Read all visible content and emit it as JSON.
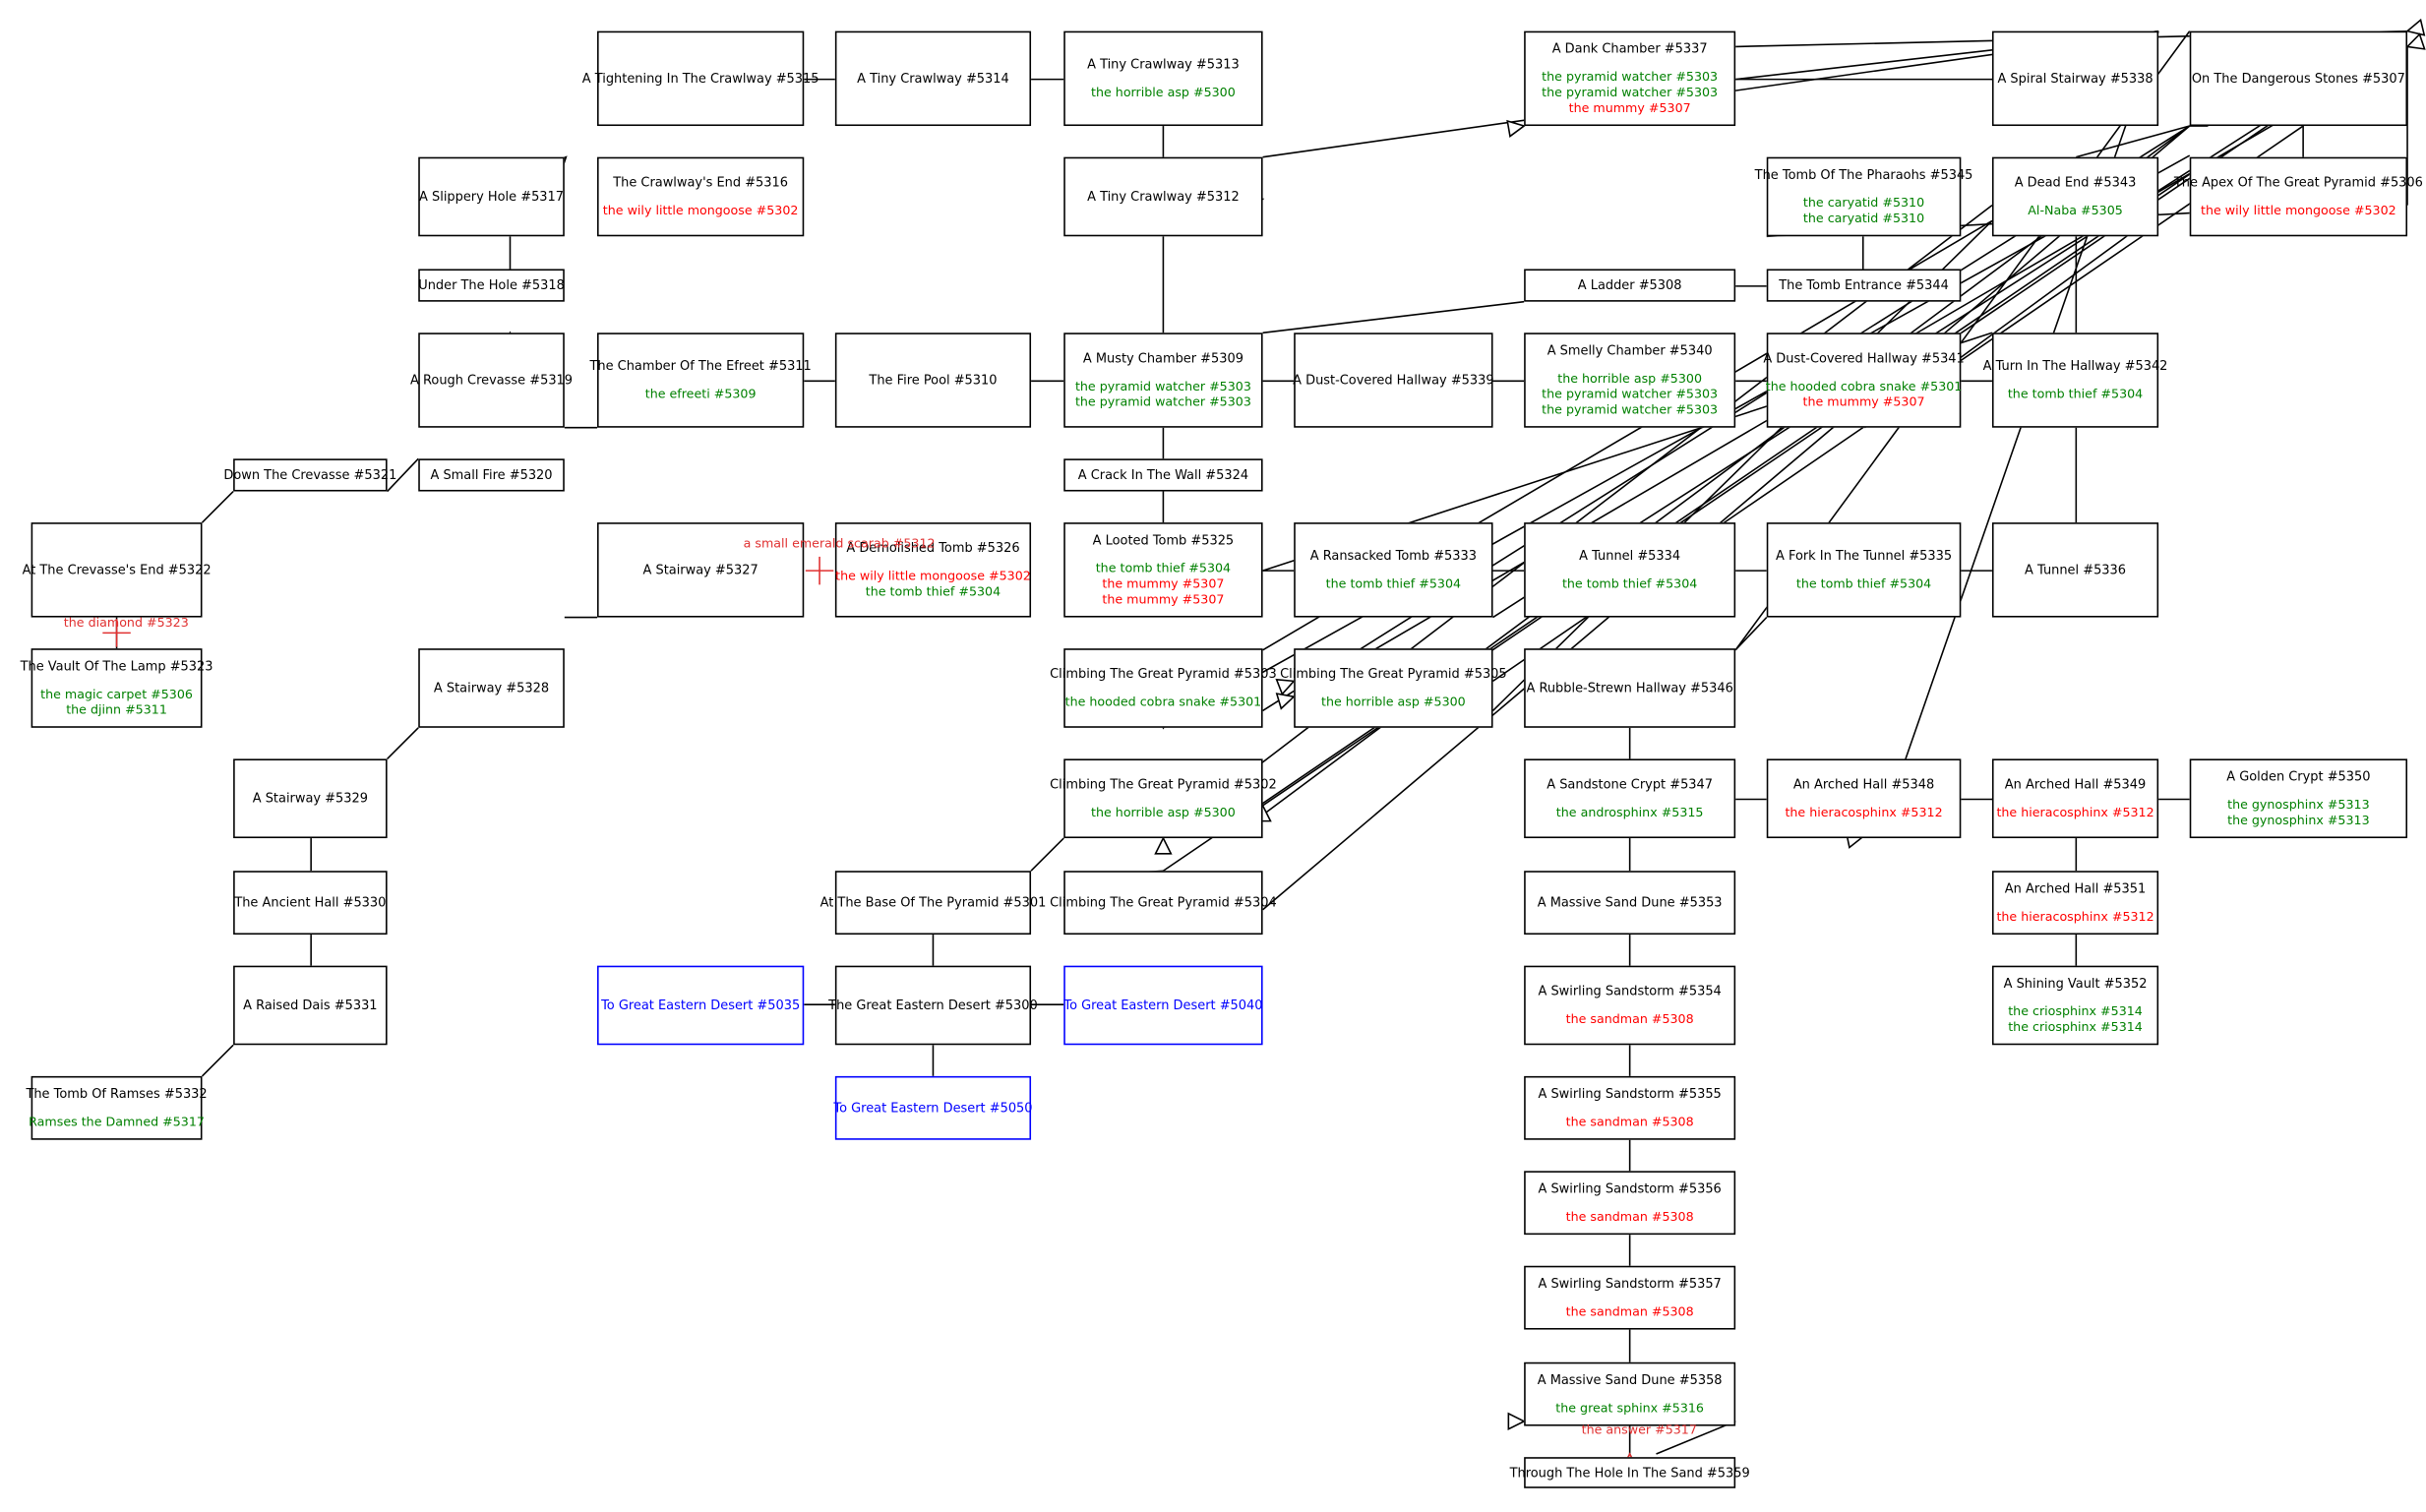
{
  "colors": {
    "line": "#000000",
    "friendly": "#008000",
    "hostile": "#ff0000",
    "exit": "#0000ff",
    "item": "#e03030"
  },
  "rooms": [
    {
      "id": "r5315",
      "title": "A Tightening In The Crawlway #5315",
      "mobs": []
    },
    {
      "id": "r5314",
      "title": "A Tiny Crawlway #5314",
      "mobs": []
    },
    {
      "id": "r5313",
      "title": "A Tiny Crawlway #5313",
      "mobs": [
        {
          "t": "the horrible asp #5300",
          "c": "friendly"
        }
      ]
    },
    {
      "id": "r5337",
      "title": "A Dank Chamber #5337",
      "mobs": [
        {
          "t": "the pyramid watcher #5303",
          "c": "friendly"
        },
        {
          "t": "the pyramid watcher #5303",
          "c": "friendly"
        },
        {
          "t": "the mummy #5307",
          "c": "hostile"
        }
      ]
    },
    {
      "id": "r5338",
      "title": "A Spiral Stairway #5338",
      "mobs": []
    },
    {
      "id": "r5307",
      "title": "On The Dangerous Stones #5307",
      "mobs": []
    },
    {
      "id": "r5317",
      "title": "A Slippery Hole #5317",
      "mobs": []
    },
    {
      "id": "r5316",
      "title": "The Crawlway's End #5316",
      "mobs": [
        {
          "t": "the wily little mongoose #5302",
          "c": "hostile"
        }
      ]
    },
    {
      "id": "r5312",
      "title": "A Tiny Crawlway #5312",
      "mobs": []
    },
    {
      "id": "r5345",
      "title": "The Tomb Of The Pharaohs #5345",
      "mobs": [
        {
          "t": "the caryatid #5310",
          "c": "friendly"
        },
        {
          "t": "the caryatid #5310",
          "c": "friendly"
        }
      ]
    },
    {
      "id": "r5343",
      "title": "A Dead End #5343",
      "mobs": [
        {
          "t": "Al-Naba #5305",
          "c": "friendly"
        }
      ]
    },
    {
      "id": "r5306",
      "title": "The Apex Of The Great Pyramid #5306",
      "mobs": [
        {
          "t": "the wily little mongoose #5302",
          "c": "hostile"
        }
      ]
    },
    {
      "id": "r5318",
      "title": "Under The Hole #5318",
      "mobs": []
    },
    {
      "id": "r5308",
      "title": "A Ladder #5308",
      "mobs": []
    },
    {
      "id": "r5344",
      "title": "The Tomb Entrance #5344",
      "mobs": []
    },
    {
      "id": "r5319",
      "title": "A Rough Crevasse #5319",
      "mobs": []
    },
    {
      "id": "r5311",
      "title": "The Chamber Of The Efreet #5311",
      "mobs": [
        {
          "t": "the efreeti #5309",
          "c": "friendly"
        }
      ]
    },
    {
      "id": "r5310",
      "title": "The Fire Pool #5310",
      "mobs": []
    },
    {
      "id": "r5309",
      "title": "A Musty Chamber #5309",
      "mobs": [
        {
          "t": "the pyramid watcher #5303",
          "c": "friendly"
        },
        {
          "t": "the pyramid watcher #5303",
          "c": "friendly"
        }
      ]
    },
    {
      "id": "r5339",
      "title": "A Dust-Covered Hallway #5339",
      "mobs": []
    },
    {
      "id": "r5340",
      "title": "A Smelly Chamber #5340",
      "mobs": [
        {
          "t": "the horrible asp #5300",
          "c": "friendly"
        },
        {
          "t": "the pyramid watcher #5303",
          "c": "friendly"
        },
        {
          "t": "the pyramid watcher #5303",
          "c": "friendly"
        }
      ]
    },
    {
      "id": "r5341",
      "title": "A Dust-Covered Hallway #5341",
      "mobs": [
        {
          "t": "the hooded cobra snake #5301",
          "c": "friendly"
        },
        {
          "t": "the mummy #5307",
          "c": "hostile"
        }
      ]
    },
    {
      "id": "r5342",
      "title": "A Turn In The Hallway #5342",
      "mobs": [
        {
          "t": "the tomb thief #5304",
          "c": "friendly"
        }
      ]
    },
    {
      "id": "r5321",
      "title": "Down The Crevasse #5321",
      "mobs": []
    },
    {
      "id": "r5320",
      "title": "A Small Fire #5320",
      "mobs": []
    },
    {
      "id": "r5324",
      "title": "A Crack In The Wall #5324",
      "mobs": []
    },
    {
      "id": "r5322",
      "title": "At The Crevasse's End #5322",
      "mobs": []
    },
    {
      "id": "r5327",
      "title": "A Stairway #5327",
      "mobs": []
    },
    {
      "id": "r5326",
      "title": "A Demolished Tomb #5326",
      "mobs": [
        {
          "t": "the wily little mongoose #5302",
          "c": "hostile"
        },
        {
          "t": "the tomb thief #5304",
          "c": "friendly"
        }
      ]
    },
    {
      "id": "r5325",
      "title": "A Looted Tomb #5325",
      "mobs": [
        {
          "t": "the tomb thief #5304",
          "c": "friendly"
        },
        {
          "t": "the mummy #5307",
          "c": "hostile"
        },
        {
          "t": "the mummy #5307",
          "c": "hostile"
        }
      ]
    },
    {
      "id": "r5333",
      "title": "A Ransacked Tomb #5333",
      "mobs": [
        {
          "t": "the tomb thief #5304",
          "c": "friendly"
        }
      ]
    },
    {
      "id": "r5334",
      "title": "A Tunnel #5334",
      "mobs": [
        {
          "t": "the tomb thief #5304",
          "c": "friendly"
        }
      ]
    },
    {
      "id": "r5335",
      "title": "A Fork In The Tunnel #5335",
      "mobs": [
        {
          "t": "the tomb thief #5304",
          "c": "friendly"
        }
      ]
    },
    {
      "id": "r5336",
      "title": "A Tunnel #5336",
      "mobs": []
    },
    {
      "id": "r5323",
      "title": "The Vault Of The Lamp #5323",
      "mobs": [
        {
          "t": "the magic carpet #5306",
          "c": "friendly"
        },
        {
          "t": "the djinn #5311",
          "c": "friendly"
        }
      ]
    },
    {
      "id": "r5328",
      "title": "A Stairway #5328",
      "mobs": []
    },
    {
      "id": "r5303",
      "title": "Climbing The Great Pyramid #5303",
      "mobs": [
        {
          "t": "the hooded cobra snake #5301",
          "c": "friendly"
        }
      ]
    },
    {
      "id": "r5305",
      "title": "Climbing The Great Pyramid #5305",
      "mobs": [
        {
          "t": "the horrible asp #5300",
          "c": "friendly"
        }
      ]
    },
    {
      "id": "r5346",
      "title": "A Rubble-Strewn Hallway #5346",
      "mobs": []
    },
    {
      "id": "r5329",
      "title": "A Stairway #5329",
      "mobs": []
    },
    {
      "id": "r5302",
      "title": "Climbing The Great Pyramid #5302",
      "mobs": [
        {
          "t": "the horrible asp #5300",
          "c": "friendly"
        }
      ]
    },
    {
      "id": "r5347",
      "title": "A Sandstone Crypt #5347",
      "mobs": [
        {
          "t": "the androsphinx #5315",
          "c": "friendly"
        }
      ]
    },
    {
      "id": "r5348",
      "title": "An Arched Hall #5348",
      "mobs": [
        {
          "t": "the hieracosphinx #5312",
          "c": "hostile"
        }
      ]
    },
    {
      "id": "r5349",
      "title": "An Arched Hall #5349",
      "mobs": [
        {
          "t": "the hieracosphinx #5312",
          "c": "hostile"
        }
      ]
    },
    {
      "id": "r5350",
      "title": "A Golden Crypt #5350",
      "mobs": [
        {
          "t": "the gynosphinx #5313",
          "c": "friendly"
        },
        {
          "t": "the gynosphinx #5313",
          "c": "friendly"
        }
      ]
    },
    {
      "id": "r5330",
      "title": "The Ancient Hall #5330",
      "mobs": []
    },
    {
      "id": "r5301",
      "title": "At The Base Of The Pyramid #5301",
      "mobs": []
    },
    {
      "id": "r5304",
      "title": "Climbing The Great Pyramid #5304",
      "mobs": []
    },
    {
      "id": "r5353",
      "title": "A Massive Sand Dune #5353",
      "mobs": []
    },
    {
      "id": "r5351",
      "title": "An Arched Hall #5351",
      "mobs": [
        {
          "t": "the hieracosphinx #5312",
          "c": "hostile"
        }
      ]
    },
    {
      "id": "r5331",
      "title": "A Raised Dais #5331",
      "mobs": []
    },
    {
      "id": "x5035",
      "title": "To Great Eastern Desert #5035",
      "mobs": [],
      "exit": true
    },
    {
      "id": "r5300",
      "title": "The Great Eastern Desert #5300",
      "mobs": []
    },
    {
      "id": "x5040",
      "title": "To Great Eastern Desert #5040",
      "mobs": [],
      "exit": true
    },
    {
      "id": "r5354",
      "title": "A Swirling Sandstorm #5354",
      "mobs": [
        {
          "t": "the sandman #5308",
          "c": "hostile"
        }
      ]
    },
    {
      "id": "r5352",
      "title": "A Shining Vault #5352",
      "mobs": [
        {
          "t": "the criosphinx #5314",
          "c": "friendly"
        },
        {
          "t": "the criosphinx #5314",
          "c": "friendly"
        }
      ]
    },
    {
      "id": "r5332",
      "title": "The Tomb Of Ramses #5332",
      "mobs": [
        {
          "t": "Ramses the Damned #5317",
          "c": "friendly"
        }
      ]
    },
    {
      "id": "x5050",
      "title": "To Great Eastern Desert #5050",
      "mobs": [],
      "exit": true
    },
    {
      "id": "r5355",
      "title": "A Swirling Sandstorm #5355",
      "mobs": [
        {
          "t": "the sandman #5308",
          "c": "hostile"
        }
      ]
    },
    {
      "id": "r5356",
      "title": "A Swirling Sandstorm #5356",
      "mobs": [
        {
          "t": "the sandman #5308",
          "c": "hostile"
        }
      ]
    },
    {
      "id": "r5357",
      "title": "A Swirling Sandstorm #5357",
      "mobs": [
        {
          "t": "the sandman #5308",
          "c": "hostile"
        }
      ]
    },
    {
      "id": "r5358",
      "title": "A Massive Sand Dune #5358",
      "mobs": [
        {
          "t": "the great sphinx #5316",
          "c": "friendly"
        }
      ]
    },
    {
      "id": "r5359",
      "title": "Through The Hole In The Sand #5359",
      "mobs": []
    }
  ],
  "items": [
    {
      "id": "i5312",
      "text": "a small emerald scarab #5312"
    },
    {
      "id": "i5323",
      "text": "the diamond #5323"
    },
    {
      "id": "i5317",
      "text": "the answer #5317"
    }
  ]
}
